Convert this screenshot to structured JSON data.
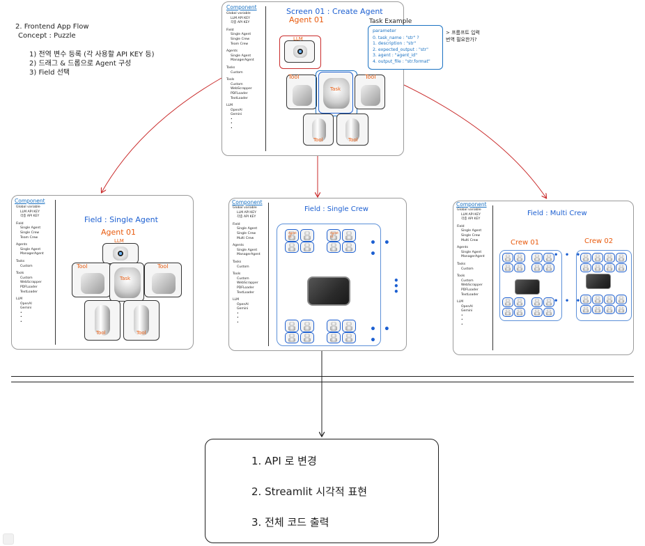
{
  "notes": {
    "title_line1": "2. Frontend App Flow",
    "title_line2": "Concept : Puzzle",
    "steps": [
      "1) 전역 변수 등록 (각 사용할 API KEY 등)",
      "2) 드래그 & 드롭으로 Agent 구성",
      "3) Field 선택"
    ]
  },
  "components": {
    "heading": "Component",
    "items": [
      {
        "label": "Global variable",
        "indent": false
      },
      {
        "label": "LLM API KEY",
        "indent": true
      },
      {
        "label": "각종 API KEY",
        "indent": true
      },
      {
        "label": "Field",
        "indent": false
      },
      {
        "label": "Single Agent",
        "indent": true
      },
      {
        "label": "Single Crew",
        "indent": true
      },
      {
        "label": "Team Crew",
        "indent": true
      },
      {
        "label": "Agents",
        "indent": false
      },
      {
        "label": "Single Agent",
        "indent": true
      },
      {
        "label": "ManagerAgent",
        "indent": true
      },
      {
        "label": "Tasks",
        "indent": false
      },
      {
        "label": "Custom",
        "indent": true
      },
      {
        "label": "Tools",
        "indent": false
      },
      {
        "label": "Custom",
        "indent": true
      },
      {
        "label": "WebScrapper",
        "indent": true
      },
      {
        "label": "PDFLoader",
        "indent": true
      },
      {
        "label": "TextLoader",
        "indent": true
      },
      {
        "label": "LLM",
        "indent": false
      },
      {
        "label": "OpenAI",
        "indent": true
      },
      {
        "label": "Gemini",
        "indent": true
      },
      {
        "label": "•",
        "indent": true
      },
      {
        "label": "•",
        "indent": true
      },
      {
        "label": "•",
        "indent": true
      }
    ],
    "items_multi": [
      {
        "label": "Global variable",
        "indent": false
      },
      {
        "label": "LLM API KEY",
        "indent": true
      },
      {
        "label": "각종 API KEY",
        "indent": true
      },
      {
        "label": "Field",
        "indent": false
      },
      {
        "label": "Single Agent",
        "indent": true
      },
      {
        "label": "Single Crew",
        "indent": true
      },
      {
        "label": "Multi Crew",
        "indent": true
      },
      {
        "label": "Agents",
        "indent": false
      },
      {
        "label": "Single Agent",
        "indent": true
      },
      {
        "label": "ManagerAgent",
        "indent": true
      },
      {
        "label": "Tasks",
        "indent": false
      },
      {
        "label": "Custom",
        "indent": true
      },
      {
        "label": "Tools",
        "indent": false
      },
      {
        "label": "Custom",
        "indent": true
      },
      {
        "label": "WebScrapper",
        "indent": true
      },
      {
        "label": "PDFLoader",
        "indent": true
      },
      {
        "label": "TextLoader",
        "indent": true
      },
      {
        "label": "LLM",
        "indent": false
      },
      {
        "label": "OpenAI",
        "indent": true
      },
      {
        "label": "Gemini",
        "indent": true
      },
      {
        "label": "•",
        "indent": true
      },
      {
        "label": "•",
        "indent": true
      },
      {
        "label": "•",
        "indent": true
      }
    ]
  },
  "screen01": {
    "title": "Screen 01 : Create Agent",
    "agent_label": "Agent 01",
    "llm_label": "LLM",
    "tool_label": "Tool",
    "task_label": "Task",
    "task_example_title": "Task Example",
    "parameter": {
      "heading": "parameter",
      "lines": [
        "0. task_name : \"str\" ?",
        "1. description : \"str\"",
        "2. expected_output : \"str\"",
        "3. agent : \"agent_id\"",
        "4. output_file : \"str.format\""
      ]
    },
    "question_line1": "> 프롬프트 입력",
    "question_line2": "번역 필요한가?"
  },
  "field_single_agent": {
    "title": "Field : Single Agent",
    "agent_label": "Agent 01",
    "llm_label": "LLM",
    "tool_label": "Tool",
    "task_label": "Task"
  },
  "field_single_crew": {
    "title": "Field : Single Crew",
    "agent_label": "Agent 01",
    "dots": "• • •"
  },
  "field_multi_crew": {
    "title": "Field : Multi Crew",
    "crew1_label": "Crew 01",
    "crew2_label": "Crew 02",
    "dots": "• • •"
  },
  "next_steps": {
    "items": [
      "1. API 로 변경",
      "2. Streamlit 시각적 표현",
      "3. 전체 코드 출력"
    ]
  },
  "colors": {
    "blue": "#1c5fd1",
    "orange": "#e8590c",
    "red": "#c92a2a",
    "ink": "#1e1e1e"
  }
}
